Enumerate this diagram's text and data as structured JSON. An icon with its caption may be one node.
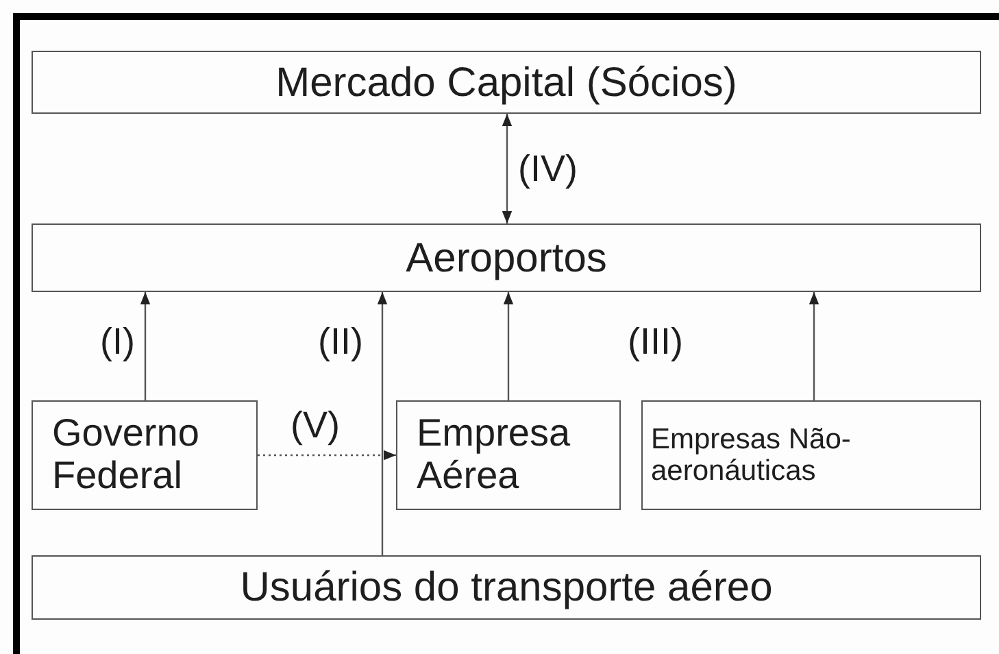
{
  "diagram": {
    "nodes": [
      {
        "text": [
          "Mercado Capital (Sócios)"
        ]
      },
      {
        "text": [
          "Aeroportos"
        ]
      },
      {
        "text": [
          "Governo Federal"
        ]
      },
      {
        "text": [
          "Empresa Aérea"
        ]
      },
      {
        "text": [
          "Empresas Não-aeronáuticas"
        ]
      },
      {
        "text": [
          "Usuários do transporte aéreo"
        ]
      }
    ],
    "edges": [
      {
        "from": 0,
        "to": 1,
        "arrow": "both",
        "label": "(IV)"
      },
      {
        "from": 2,
        "to": 1,
        "arrow": "to",
        "label": "(I)"
      },
      {
        "from": 5,
        "to": 1,
        "arrow": "to",
        "label": "(II)"
      },
      {
        "from": 3,
        "to": 1,
        "arrow": "to"
      },
      {
        "from": 4,
        "to": 1,
        "arrow": "to"
      },
      {
        "from": 2,
        "to": 3,
        "arrow": "to",
        "label": "(V)",
        "style": "dashed"
      }
    ],
    "labels": [
      "(III)"
    ]
  }
}
